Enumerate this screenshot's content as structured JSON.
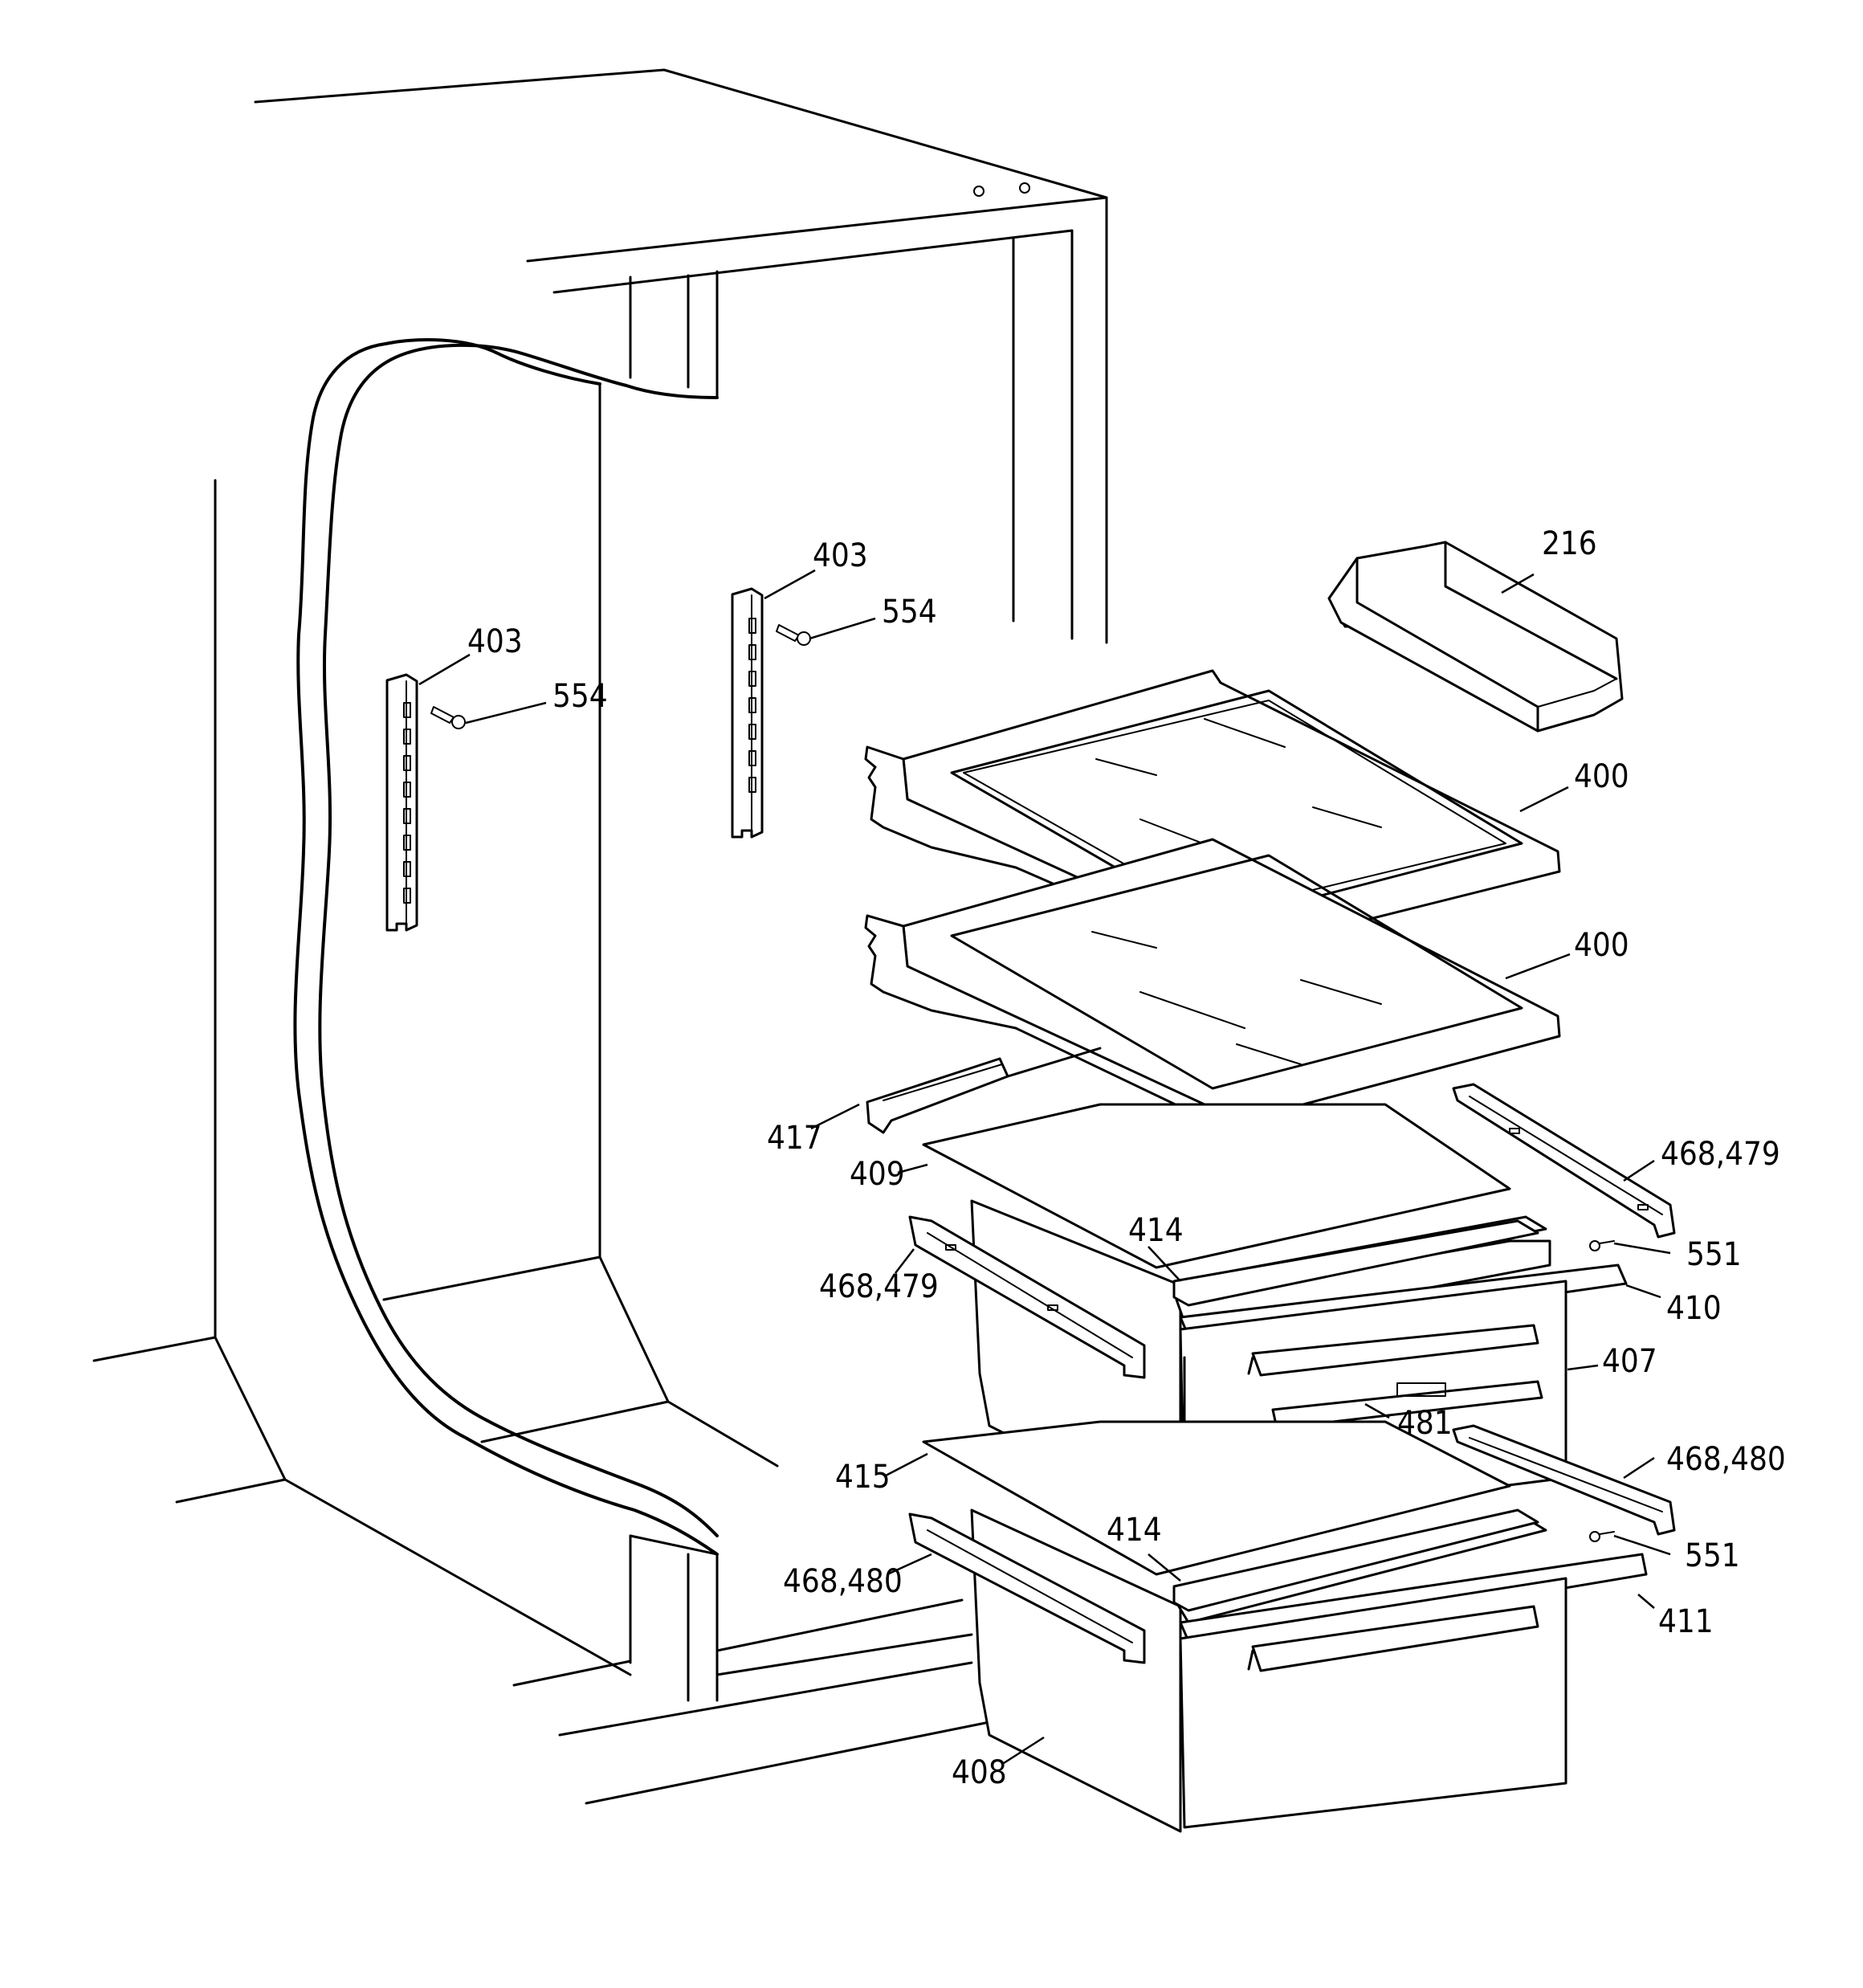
{
  "callouts": {
    "shelf_bin": "216",
    "shelf_upper": "400",
    "shelf_lower": "400",
    "ladder_left": "403",
    "ladder_right": "403",
    "screw_left": "554",
    "screw_right": "554",
    "pan_cover_front": "417",
    "pan_cover_glass": "409",
    "divider_upper": "414",
    "divider_lower": "414",
    "rail_upper_left": "468,479",
    "rail_upper_right": "468,479",
    "rail_lower_left": "468,480",
    "rail_lower_right": "468,480",
    "screw_rail_upper": "551",
    "screw_rail_lower": "551",
    "drawer_front_upper": "410",
    "drawer_front_lower": "411",
    "drawer_upper": "407",
    "drawer_lower": "408",
    "humidity_control": "481",
    "pan_cover_lower": "415"
  }
}
